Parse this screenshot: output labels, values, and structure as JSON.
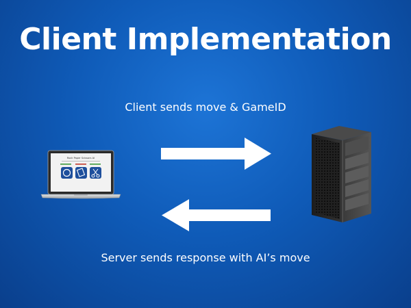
{
  "slide": {
    "title": "Client Implementation",
    "top_caption": "Client sends move & GameID",
    "bottom_caption": "Server sends response with AI’s move"
  },
  "laptop_screen": {
    "app_title": "Rock Paper Scissors AI"
  },
  "colors": {
    "background": "#0f5bb8",
    "text": "#ffffff",
    "arrow": "#ffffff",
    "server_body": "#2b2b2b",
    "laptop_silver": "#c9cbce"
  },
  "icons": [
    "laptop-icon",
    "server-icon",
    "arrow-right-icon",
    "arrow-left-icon"
  ]
}
